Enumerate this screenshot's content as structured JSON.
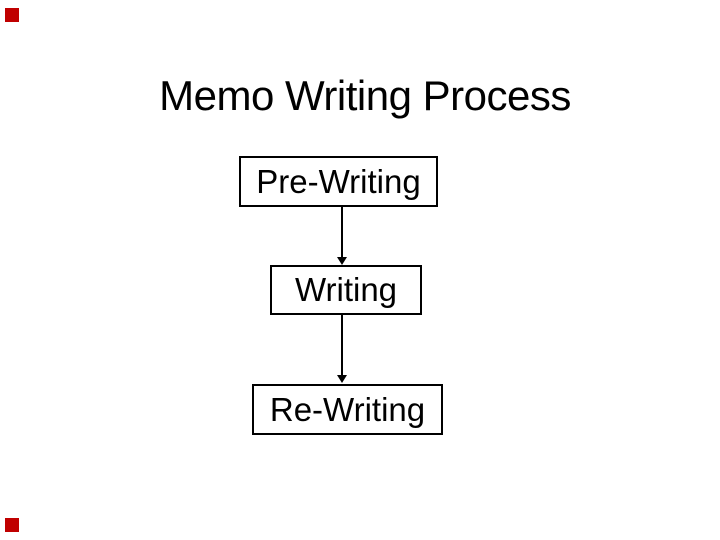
{
  "slide": {
    "title": "Memo Writing Process",
    "background_color": "#ffffff",
    "text_color": "#000000",
    "marker_color": "#c00000"
  },
  "diagram": {
    "type": "flowchart",
    "direction": "top-down",
    "boxes": [
      {
        "label": "Pre-Writing"
      },
      {
        "label": "Writing"
      },
      {
        "label": "Re-Writing"
      }
    ],
    "connections": [
      {
        "from": "Pre-Writing",
        "to": "Writing",
        "style": "arrow-down"
      },
      {
        "from": "Writing",
        "to": "Re-Writing",
        "style": "arrow-down"
      }
    ]
  }
}
